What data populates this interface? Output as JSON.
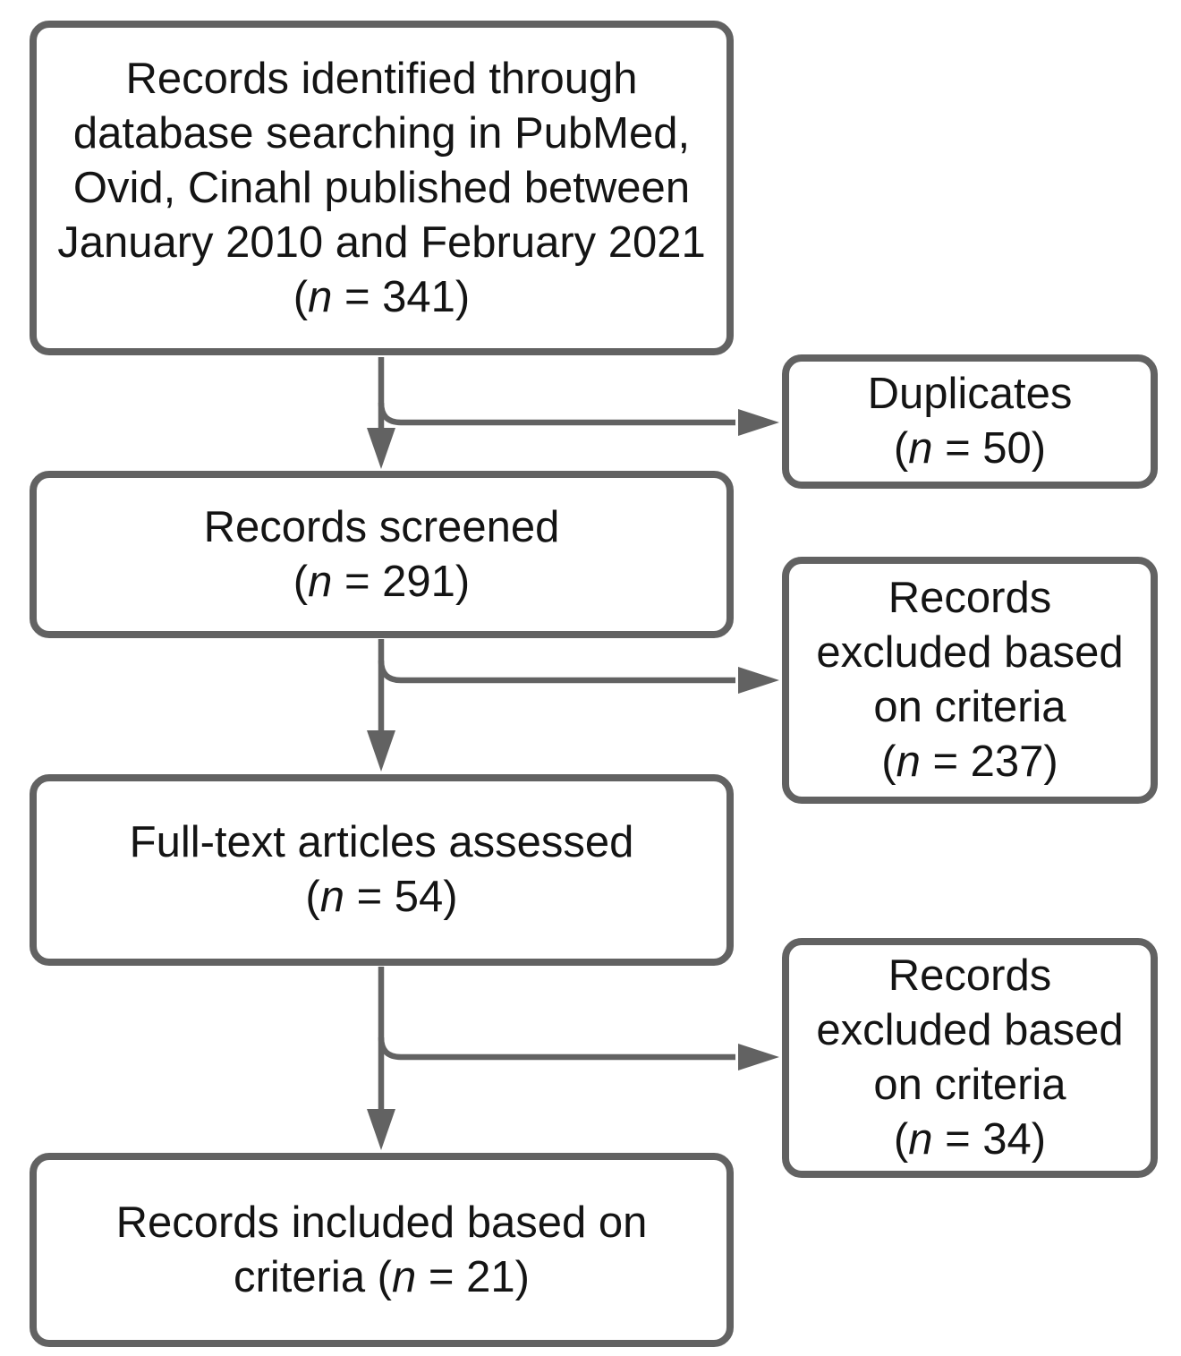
{
  "diagram": {
    "colors": {
      "line": "#626262",
      "text": "#141414",
      "background": "#ffffff"
    },
    "boxes": [
      {
        "name": "records-identified",
        "lines": [
          [
            {
              "t": "Records identified through"
            }
          ],
          [
            {
              "t": "database searching in PubMed,"
            }
          ],
          [
            {
              "t": "Ovid, Cinahl published between"
            }
          ],
          [
            {
              "t": "January 2010 and February 2021"
            }
          ],
          [
            {
              "t": "("
            },
            {
              "t": "n",
              "italic": true
            },
            {
              "t": " = 341)"
            }
          ]
        ]
      },
      {
        "name": "duplicates",
        "lines": [
          [
            {
              "t": "Duplicates"
            }
          ],
          [
            {
              "t": "("
            },
            {
              "t": "n",
              "italic": true
            },
            {
              "t": " = 50)"
            }
          ]
        ]
      },
      {
        "name": "records-screened",
        "lines": [
          [
            {
              "t": "Records screened"
            }
          ],
          [
            {
              "t": "("
            },
            {
              "t": "n",
              "italic": true
            },
            {
              "t": " = 291)"
            }
          ]
        ]
      },
      {
        "name": "records-excluded-screening",
        "lines": [
          [
            {
              "t": "Records"
            }
          ],
          [
            {
              "t": "excluded based"
            }
          ],
          [
            {
              "t": "on criteria"
            }
          ],
          [
            {
              "t": "("
            },
            {
              "t": "n",
              "italic": true
            },
            {
              "t": " = 237)"
            }
          ]
        ]
      },
      {
        "name": "fulltext-articles-assessed",
        "lines": [
          [
            {
              "t": "Full-text articles assessed"
            }
          ],
          [
            {
              "t": "("
            },
            {
              "t": "n",
              "italic": true
            },
            {
              "t": " = 54)"
            }
          ]
        ]
      },
      {
        "name": "records-excluded-fulltext",
        "lines": [
          [
            {
              "t": "Records"
            }
          ],
          [
            {
              "t": "excluded based"
            }
          ],
          [
            {
              "t": "on criteria"
            }
          ],
          [
            {
              "t": "("
            },
            {
              "t": "n",
              "italic": true
            },
            {
              "t": " = 34)"
            }
          ]
        ]
      },
      {
        "name": "records-included",
        "lines": [
          [
            {
              "t": "Records included based on"
            }
          ],
          [
            {
              "t": "criteria ("
            },
            {
              "t": "n",
              "italic": true
            },
            {
              "t": " = 21)"
            }
          ]
        ]
      }
    ]
  }
}
